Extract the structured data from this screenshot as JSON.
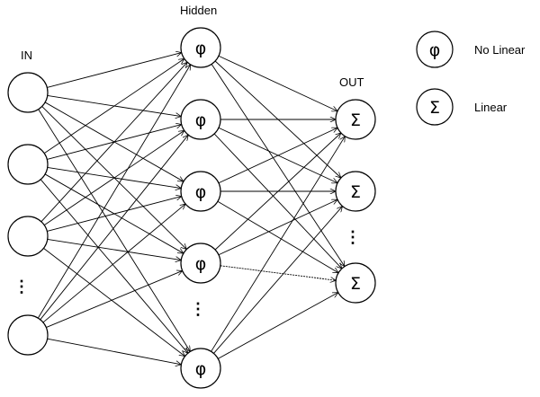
{
  "labels": {
    "input": "IN",
    "hidden": "Hidden",
    "output": "OUT"
  },
  "symbols": {
    "nonlinear": "φ",
    "linear": "Σ",
    "ellipsis": "⋮"
  },
  "legend": [
    {
      "symbol": "φ",
      "text": "No Linear"
    },
    {
      "symbol": "Σ",
      "text": "Linear"
    }
  ],
  "network": {
    "input_nodes": 4,
    "hidden_nodes": 5,
    "output_nodes": 3,
    "input_has_ellipsis_before_last": true,
    "hidden_has_ellipsis_before_last": true,
    "output_has_ellipsis_before_last": true,
    "dashed_edge": {
      "from_hidden": 3,
      "to_output": 2
    }
  },
  "colors": {
    "stroke": "#000000",
    "fill": "#ffffff"
  }
}
